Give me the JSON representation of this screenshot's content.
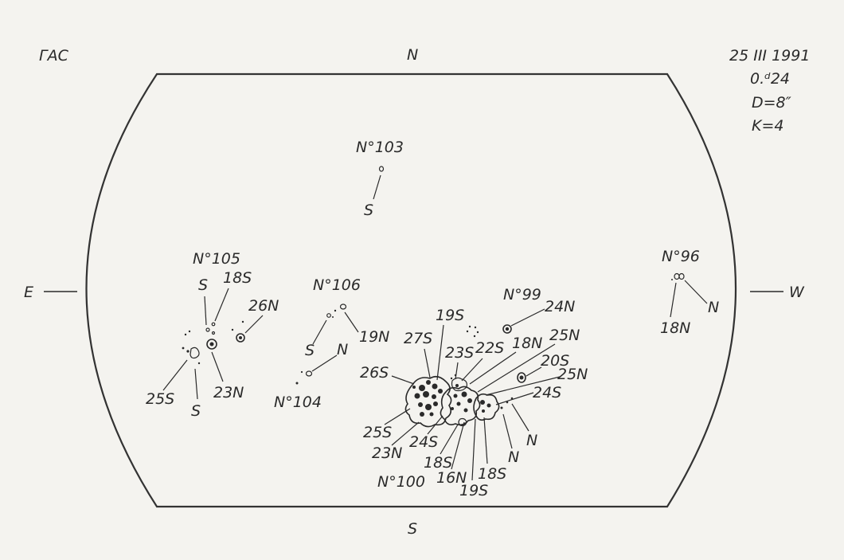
{
  "header": {
    "observatory": "ГАС",
    "date": "25 III 1991",
    "time": "0.ᵈ24",
    "diameter": "D=8″",
    "k": "K=4"
  },
  "compass": {
    "north": "N",
    "south": "S",
    "east": "E",
    "west": "W"
  },
  "groups": {
    "g103": {
      "number": "N°103",
      "labels": {
        "s": "S"
      }
    },
    "g105": {
      "number": "N°105",
      "labels": {
        "s_top": "S",
        "s18": "18S",
        "n26": "26N",
        "s25": "25S",
        "s_bottom": "S",
        "n23": "23N"
      }
    },
    "g106": {
      "number": "N°106",
      "labels": {
        "n19": "19N",
        "s": "S",
        "n": "N"
      }
    },
    "g104": {
      "number": "N°104"
    },
    "g99": {
      "number": "N°99",
      "labels": {
        "n24": "24N"
      }
    },
    "g96": {
      "number": "N°96",
      "labels": {
        "n18": "18N",
        "n": "N"
      }
    },
    "g100": {
      "number": "N°100",
      "labels": {
        "s19_top": "19S",
        "s27": "27S",
        "s23": "23S",
        "s22": "22S",
        "n18": "18N",
        "n25_top": "25N",
        "s20": "20S",
        "n25_mid": "25N",
        "s24_right": "24S",
        "s26": "26S",
        "s25": "25S",
        "n23": "23N",
        "s24": "24S",
        "s18_left": "18S",
        "n16": "16N",
        "s19_bottom": "19S",
        "s18_right": "18S",
        "n_mid": "N",
        "n_right": "N"
      }
    }
  }
}
